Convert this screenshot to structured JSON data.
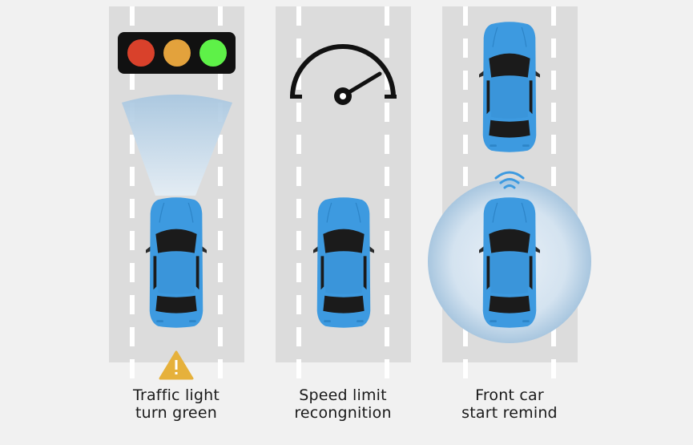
{
  "features": [
    {
      "line1": "Traffic light",
      "line2": "turn green"
    },
    {
      "line1": "Speed limit",
      "line2": "recongnition"
    },
    {
      "line1": "Front car",
      "line2": "start remind"
    }
  ],
  "colors": {
    "background": "#f1f1f1",
    "road": "#dcdcdc",
    "lane_marking": "#ffffff",
    "car_body": "#3d9ae0",
    "car_glass": "#1b1b1b",
    "light_red": "#d9412b",
    "light_amber": "#e3a23c",
    "light_green": "#5ef148",
    "warning": "#e6b13b",
    "wave": "#3d9ae0",
    "gauge": "#111111"
  },
  "icons": {
    "traffic_light": "traffic-light-icon",
    "warning": "warning-triangle-icon",
    "speedometer": "speedometer-icon",
    "wireless": "wireless-signal-icon",
    "car": "car-top-view-icon"
  }
}
